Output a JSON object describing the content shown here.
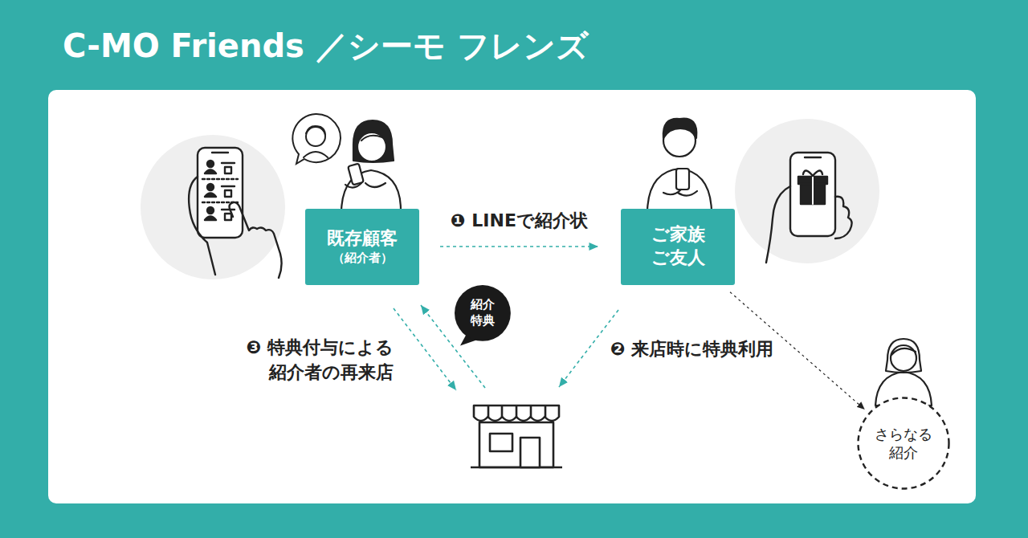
{
  "diagram": {
    "title": "C-MO Friends ／シーモ フレンズ",
    "nodes": [
      {
        "text": [
          "既存顧客",
          "（紹介者）"
        ]
      },
      {
        "text": [
          "ご家族 ご友人"
        ]
      },
      {
        "text": [
          "紹介 特典"
        ]
      },
      {
        "text": [
          "さらなる 紹介"
        ]
      }
    ],
    "edges": [
      {
        "from": 0,
        "to": 1,
        "label": "❶ LINEで紹介状",
        "arrow": "to"
      },
      {
        "from": 1,
        "to": 3,
        "arrow": "to"
      }
    ],
    "labels": [
      "❸ 特典付与による 紹介者の再来店",
      "❷ 来店時に特典利用"
    ]
  }
}
